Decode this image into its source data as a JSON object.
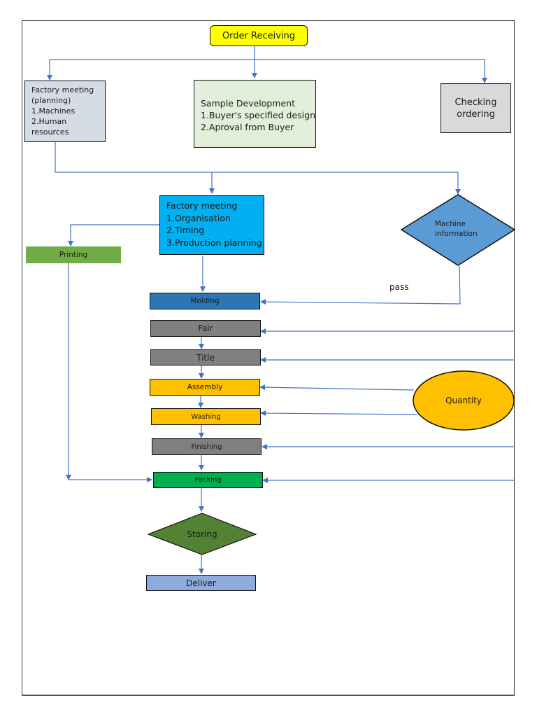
{
  "colors": {
    "connector": "#4472c4",
    "order_receiving": "#ffff00",
    "factory_planning": "#d6dce5",
    "sample_development": "#e2efda",
    "checking_ordering": "#d9d9d9",
    "factory_meeting": "#00b0f0",
    "machine_information": "#5b9bd5",
    "printing": "#70ad47",
    "molding": "#2e75b6",
    "fair": "#808080",
    "title": "#808080",
    "assembly": "#ffc000",
    "washing": "#ffc000",
    "finishing": "#808080",
    "packing": "#00b050",
    "quantity": "#ffc000",
    "storing": "#548235",
    "deliver": "#8faadc"
  },
  "nodes": {
    "order_receiving": "Order Receiving",
    "factory_planning": "Factory meeting\n(planning)\n1.Machines\n2.Human resources",
    "sample_development": "Sample Development\n1.Buyer's specified design\n2.Aproval from Buyer",
    "checking_ordering": "Checking\nordering",
    "factory_meeting": "Factory meeting\n1.Organisation\n2.Timing\n 3.Production planning",
    "machine_information": "Machine\n information",
    "printing": "Printing",
    "molding": "Molding",
    "fair": "Fair",
    "title": "Title",
    "assembly": "Assembly",
    "washing": "Washing",
    "finishing": "Finishing",
    "packing": "Packing",
    "quantity": "Quantity",
    "storing": "Storing",
    "deliver": "Deliver"
  },
  "edge_labels": {
    "pass": "pass"
  }
}
